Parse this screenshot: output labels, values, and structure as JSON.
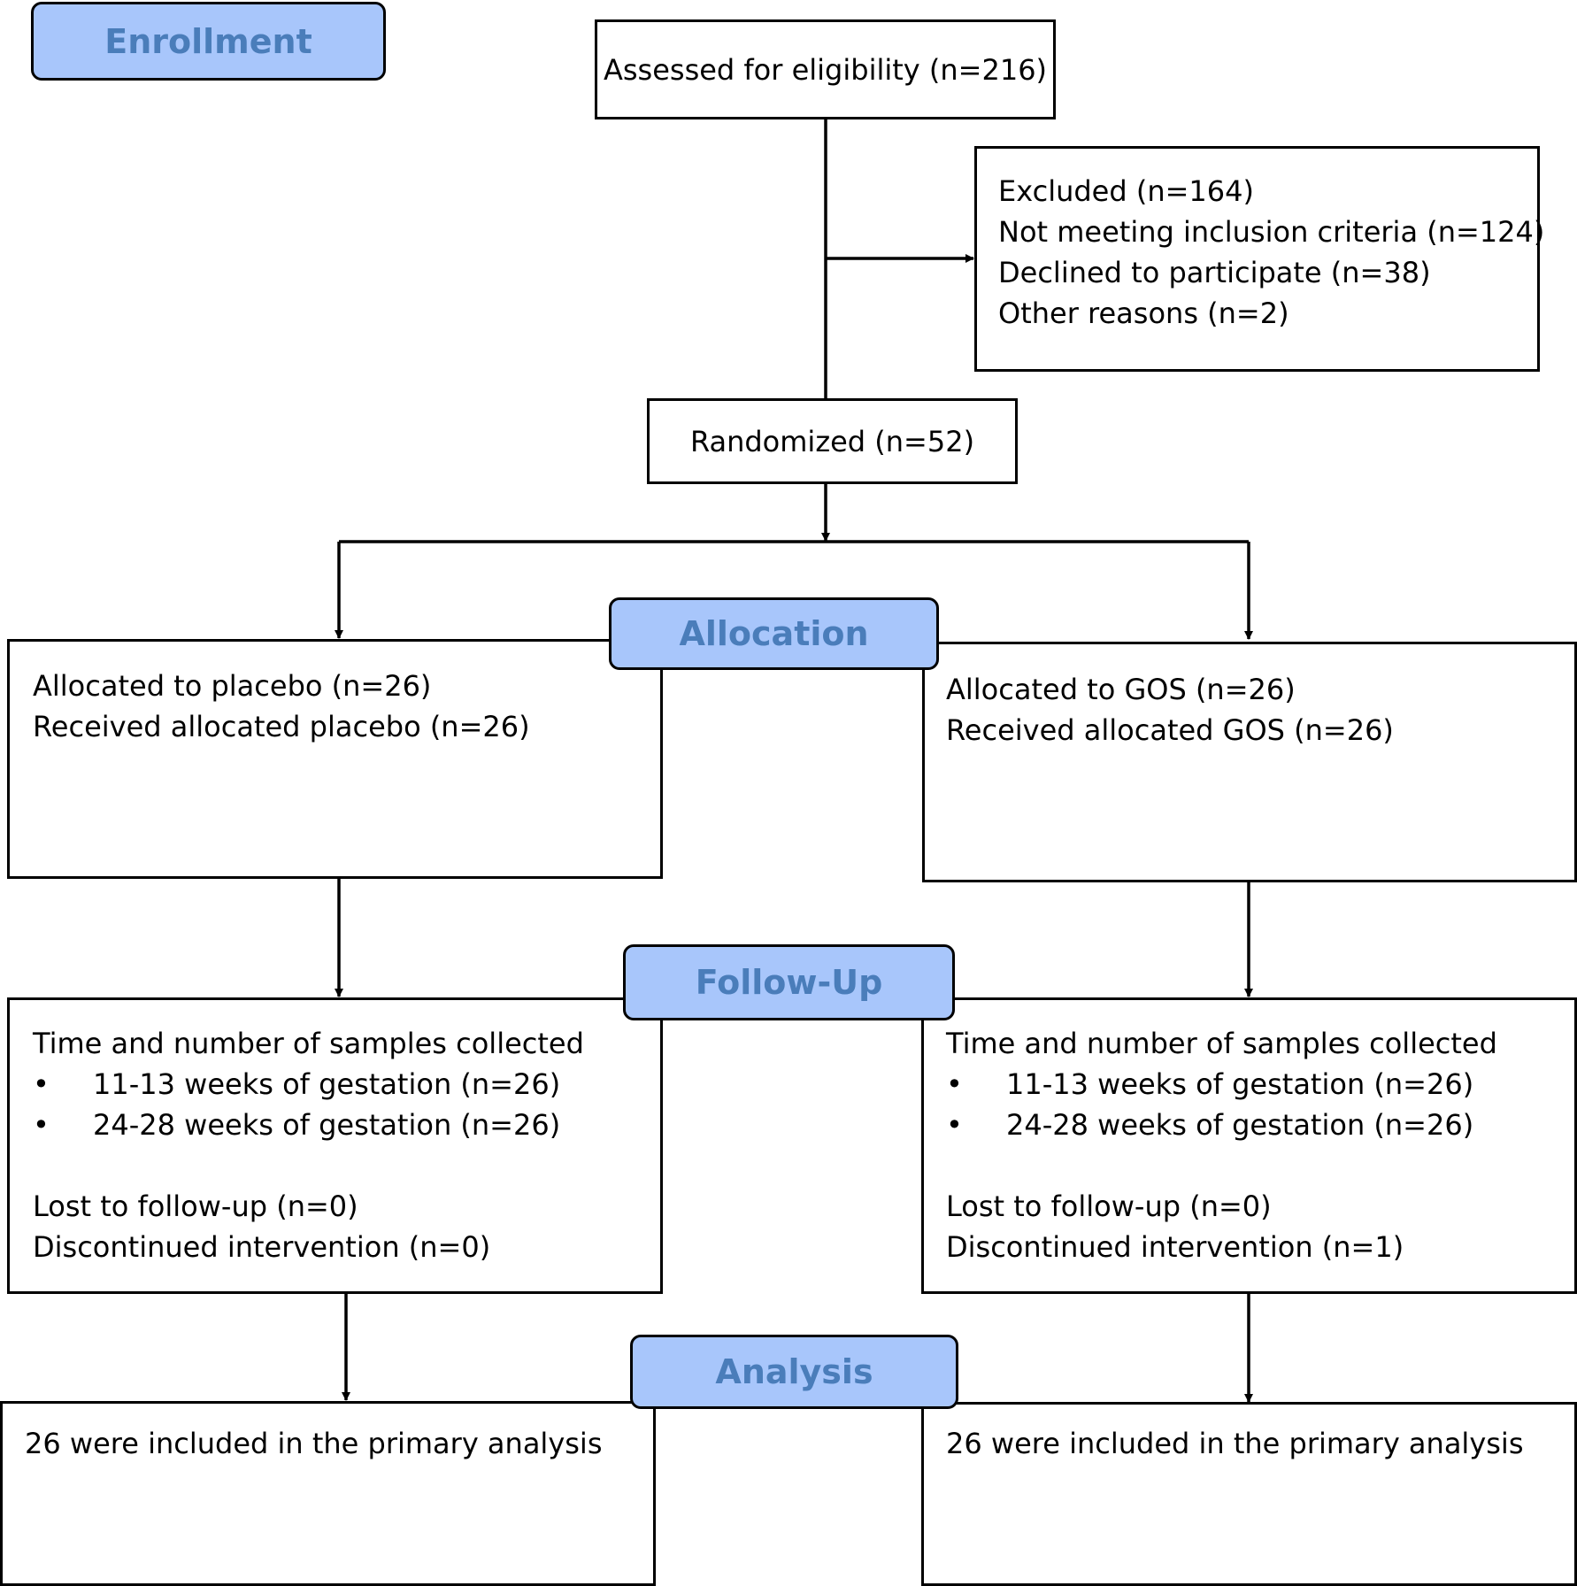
{
  "stages": {
    "enrollment": "Enrollment",
    "allocation": "Allocation",
    "follow_up": "Follow-Up",
    "analysis": "Analysis"
  },
  "colors": {
    "stage_fill": "#a8c6fb",
    "stage_text": "#4a7dba",
    "line": "#000000"
  },
  "assessed": "Assessed for eligibility (n=216)",
  "excluded": {
    "title": "Excluded (n=164)",
    "reasons": [
      "Not meeting inclusion criteria (n=124)",
      "Declined to participate (n=38)",
      "Other reasons (n=2)"
    ]
  },
  "randomized": "Randomized (n=52)",
  "allocation": {
    "placebo": [
      "Allocated to placebo (n=26)",
      "Received allocated placebo (n=26)"
    ],
    "gos": [
      "Allocated to GOS (n=26)",
      "Received allocated GOS (n=26)"
    ]
  },
  "follow_up": {
    "placebo": {
      "heading": "Time and number of samples collected",
      "bullets": [
        "11-13 weeks of gestation (n=26)",
        "24-28 weeks of gestation (n=26)"
      ],
      "lost": "Lost to follow-up (n=0)",
      "discontinued": "Discontinued intervention (n=0)"
    },
    "gos": {
      "heading": "Time and number of samples collected",
      "bullets": [
        "11-13 weeks of gestation (n=26)",
        "24-28 weeks of gestation (n=26)"
      ],
      "lost": "Lost to follow-up (n=0)",
      "discontinued": "Discontinued intervention (n=1)"
    }
  },
  "analysis": {
    "placebo": "26 were included in the primary analysis",
    "gos": "26 were included in the primary analysis"
  }
}
